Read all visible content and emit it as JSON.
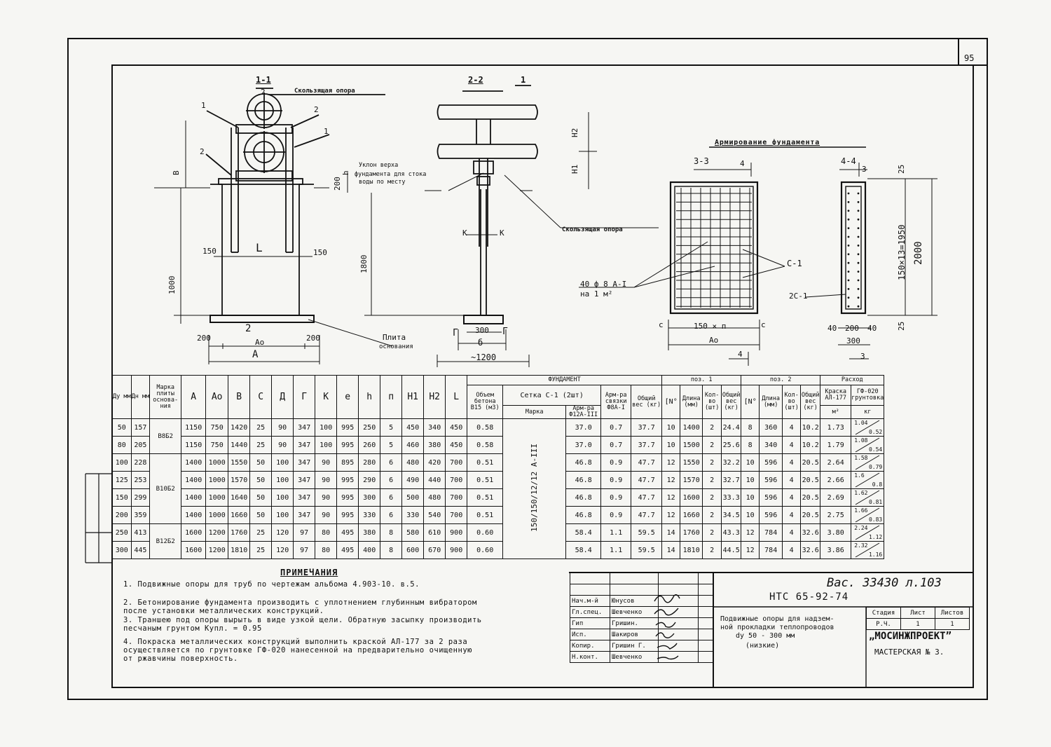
{
  "sheet_number": "95",
  "archive_no": "Вас. 33430 л.103",
  "doc_code": "НТС 65-92-74",
  "drawing_title_lines": [
    "Подвижные опоры для надзем-",
    "ной прокладки теплопроводов",
    "dy 50 - 300 мм",
    "(низкие)"
  ],
  "org_name": "„МОСИНЖПРОЕКТ”",
  "workshop": "МАСТЕРСКАЯ № 3.",
  "stage": {
    "headers": [
      "Стадия",
      "Лист",
      "Листов"
    ],
    "values": [
      "Р.Ч.",
      "1",
      "1"
    ]
  },
  "signatures": [
    [
      "Нач.м-й",
      "Юнусов"
    ],
    [
      "Гл.спец.",
      "Шевченко"
    ],
    [
      "Гип",
      "Гришин."
    ],
    [
      "Исп.",
      "Шакиров"
    ],
    [
      "Копир.",
      "Гришин Г."
    ],
    [
      "Н.конт.",
      "Шевченко"
    ]
  ],
  "drawing": {
    "section_1_1": "1-1",
    "section_2_2": "2-2",
    "section_3_3": "3-3",
    "section_4_4": "4-4",
    "reinf_title": "Армирование фундамента",
    "label_sliding_top": "Скользящая опора",
    "label_sliding_mid": "Скользящая опора",
    "label_slope": "Уклон верха",
    "label_slope2": "фундамента для стока",
    "label_slope3": "воды по месту",
    "label_plate": "Плита",
    "label_plate2": "основания",
    "label_rebar": "40 ф 8 А-I",
    "label_rebar2": "на 1 м²",
    "label_c1": "С-1",
    "label_2c1": "2С-1",
    "dims": {
      "B": "В",
      "d1000": "1000",
      "d150a": "150",
      "L": "L",
      "d150b": "150",
      "d200a": "200",
      "A0": "Ао",
      "d200b": "200",
      "A": "А",
      "num2": "2",
      "num1a": "1",
      "num2a": "2",
      "num1b": "1",
      "num2b": "2",
      "H2": "Н2",
      "H1": "Н1",
      "h": "h",
      "d200c": "200",
      "d1800": "1800",
      "K1": "К",
      "K2": "К",
      "G1": "Г",
      "d300": "300",
      "G2": "Г",
      "b": "б",
      "d1200": "~1200",
      "n150": "150 × п",
      "A0b": "Ао",
      "c1": "с",
      "c2": "с",
      "four": "4",
      "four2": "4",
      "d25a": "25",
      "d150x13": "150×13=1950",
      "d2000": "2000",
      "d25b": "25",
      "d40a": "40",
      "d200d": "200",
      "d40b": "40",
      "d300b": "300",
      "three": "3",
      "three2": "3",
      "one_s": "1"
    }
  },
  "table": {
    "h_dy": "Ду мм",
    "h_dn": "Дн мм",
    "h_mark": "Марка плиты основа-ния",
    "h_A": "А",
    "h_A0": "Ао",
    "h_B": "В",
    "h_C": "С",
    "h_D": "Д",
    "h_G": "Г",
    "h_K": "К",
    "h_e": "е",
    "h_h": "h",
    "h_n": "п",
    "h_H1": "Н1",
    "h_H2": "Н2",
    "h_L": "L",
    "h_found": "ФУНДАМЕНТ",
    "h_vol": "Объем бетона В15 (м3)",
    "h_mesh": "Сетка С-1 (2шт)",
    "h_meshmark": "Марка",
    "h_arm": "Арм-ра Ф12А-III",
    "h_armvyaz": "Арм-ра связки Ф8А-I",
    "h_totalw": "Общий вес (кг)",
    "h_pos1": "поз. 1",
    "h_pos2": "поз. 2",
    "h_no1": "[N°",
    "h_len1": "Длина (мм)",
    "h_cnt1": "Кол-во (шт)",
    "h_w1": "Общий вес (кг)",
    "h_no2": "[N°",
    "h_len2": "Длина (мм)",
    "h_cnt2": "Кол-во (шт)",
    "h_w2": "Общий вес (кг)",
    "h_cons": "Расход",
    "h_paint": "Краска АЛ-177",
    "h_primer": "ГФ-020 грунтовка",
    "h_m2": "м²",
    "h_kg": "кг",
    "mesh_mark": "150/150/12/12 А-III",
    "marks": [
      "В8Б2",
      "В10Б2",
      "В12Б2"
    ],
    "rows": [
      [
        "50",
        "157",
        "1150",
        "750",
        "1420",
        "25",
        "90",
        "347",
        "100",
        "995",
        "250",
        "5",
        "450",
        "340",
        "450",
        "0.58",
        "37.0",
        "0.7",
        "37.7",
        "10",
        "1400",
        "2",
        "24.4",
        "8",
        "360",
        "4",
        "10.2",
        "1.73",
        "1.04",
        "0.52"
      ],
      [
        "80",
        "205",
        "1150",
        "750",
        "1440",
        "25",
        "90",
        "347",
        "100",
        "995",
        "260",
        "5",
        "460",
        "380",
        "450",
        "0.58",
        "37.0",
        "0.7",
        "37.7",
        "10",
        "1500",
        "2",
        "25.6",
        "8",
        "340",
        "4",
        "10.2",
        "1.79",
        "1.08",
        "0.54"
      ],
      [
        "100",
        "228",
        "1400",
        "1000",
        "1550",
        "50",
        "100",
        "347",
        "90",
        "895",
        "280",
        "6",
        "480",
        "420",
        "700",
        "0.51",
        "46.8",
        "0.9",
        "47.7",
        "12",
        "1550",
        "2",
        "32.2",
        "10",
        "596",
        "4",
        "20.5",
        "2.64",
        "1.58",
        "0.79"
      ],
      [
        "125",
        "253",
        "1400",
        "1000",
        "1570",
        "50",
        "100",
        "347",
        "90",
        "995",
        "290",
        "6",
        "490",
        "440",
        "700",
        "0.51",
        "46.8",
        "0.9",
        "47.7",
        "12",
        "1570",
        "2",
        "32.7",
        "10",
        "596",
        "4",
        "20.5",
        "2.66",
        "1.6",
        "0.8"
      ],
      [
        "150",
        "299",
        "1400",
        "1000",
        "1640",
        "50",
        "100",
        "347",
        "90",
        "995",
        "300",
        "6",
        "500",
        "480",
        "700",
        "0.51",
        "46.8",
        "0.9",
        "47.7",
        "12",
        "1600",
        "2",
        "33.3",
        "10",
        "596",
        "4",
        "20.5",
        "2.69",
        "1.62",
        "0.81"
      ],
      [
        "200",
        "359",
        "1400",
        "1000",
        "1660",
        "50",
        "100",
        "347",
        "90",
        "995",
        "330",
        "6",
        "330",
        "540",
        "700",
        "0.51",
        "46.8",
        "0.9",
        "47.7",
        "12",
        "1660",
        "2",
        "34.5",
        "10",
        "596",
        "4",
        "20.5",
        "2.75",
        "1.66",
        "0.83"
      ],
      [
        "250",
        "413",
        "1600",
        "1200",
        "1760",
        "25",
        "120",
        "97",
        "80",
        "495",
        "380",
        "8",
        "580",
        "610",
        "900",
        "0.60",
        "58.4",
        "1.1",
        "59.5",
        "14",
        "1760",
        "2",
        "43.3",
        "12",
        "784",
        "4",
        "32.6",
        "3.80",
        "2.24",
        "1.12"
      ],
      [
        "300",
        "445",
        "1600",
        "1200",
        "1810",
        "25",
        "120",
        "97",
        "80",
        "495",
        "400",
        "8",
        "600",
        "670",
        "900",
        "0.60",
        "58.4",
        "1.1",
        "59.5",
        "14",
        "1810",
        "2",
        "44.5",
        "12",
        "784",
        "4",
        "32.6",
        "3.86",
        "2.32",
        "1.16"
      ]
    ]
  },
  "notes": {
    "title": "ПРИМЕЧАНИЯ",
    "items": [
      "1. Подвижные опоры для труб по чертежам альбома 4.903-10. в.5.",
      "2. Бетонирование фундамента производить с уплотнением глубинным вибратором",
      "    после установки металлических конструкций.",
      "3. Траншею под опоры вырыть в виде узкой щели. Обратную засыпку производить",
      "    песчаным грунтом Купл. = 0.95",
      "4. Покраска металлических конструкций выполнить краской АЛ-177 за 2 раза",
      "    осуществляется по грунтовке ГФ-020 нанесенной на предварительно очищенную",
      "    от ржавчины поверхность."
    ]
  }
}
